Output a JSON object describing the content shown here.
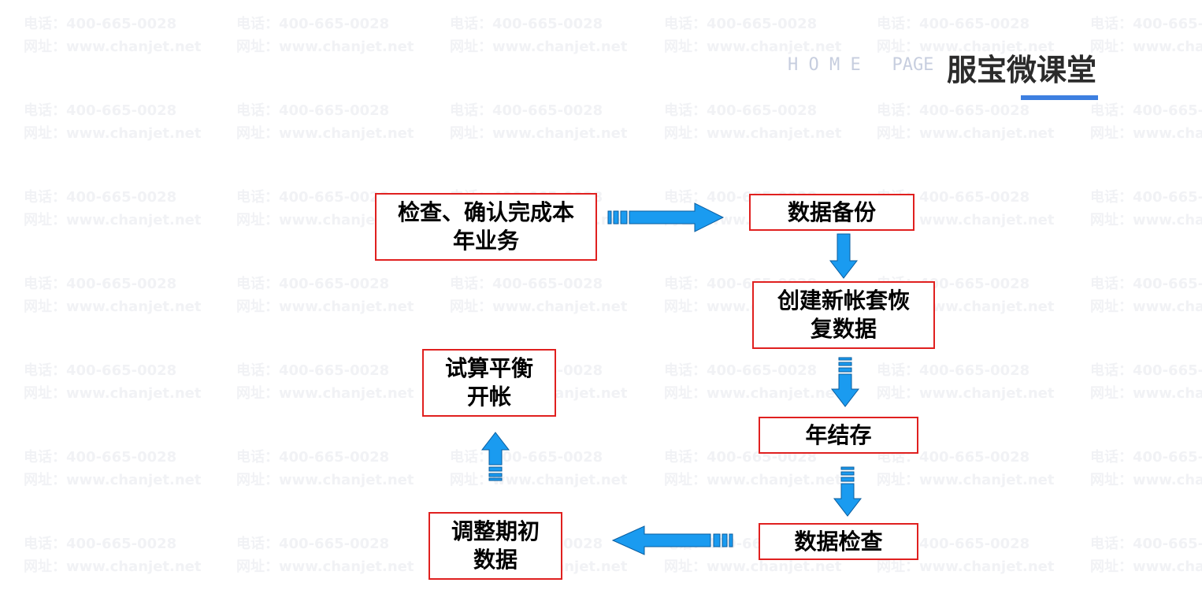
{
  "watermark": {
    "phone": "电话：400-665-0028",
    "site": "网址：www.chanjet.net"
  },
  "header": {
    "home_page": "H O M E   PAGE",
    "title": "服宝微课堂",
    "accent_color": "#3d7fe0"
  },
  "flow": {
    "steps": {
      "check": {
        "line1": "检查、确认完成本",
        "line2": "年业务"
      },
      "backup": {
        "line1": "数据备份"
      },
      "create_restore": {
        "line1": "创建新帐套恢",
        "line2": "复数据"
      },
      "year_end": {
        "line1": "年结存"
      },
      "data_check": {
        "line1": "数据检查"
      },
      "adjust_opening": {
        "line1": "调整期初",
        "line2": "数据"
      },
      "trial_balance": {
        "line1": "试算平衡",
        "line2": "开帐"
      }
    },
    "box_border_color": "#e0201f",
    "arrow_color": "#1a9bf0"
  }
}
